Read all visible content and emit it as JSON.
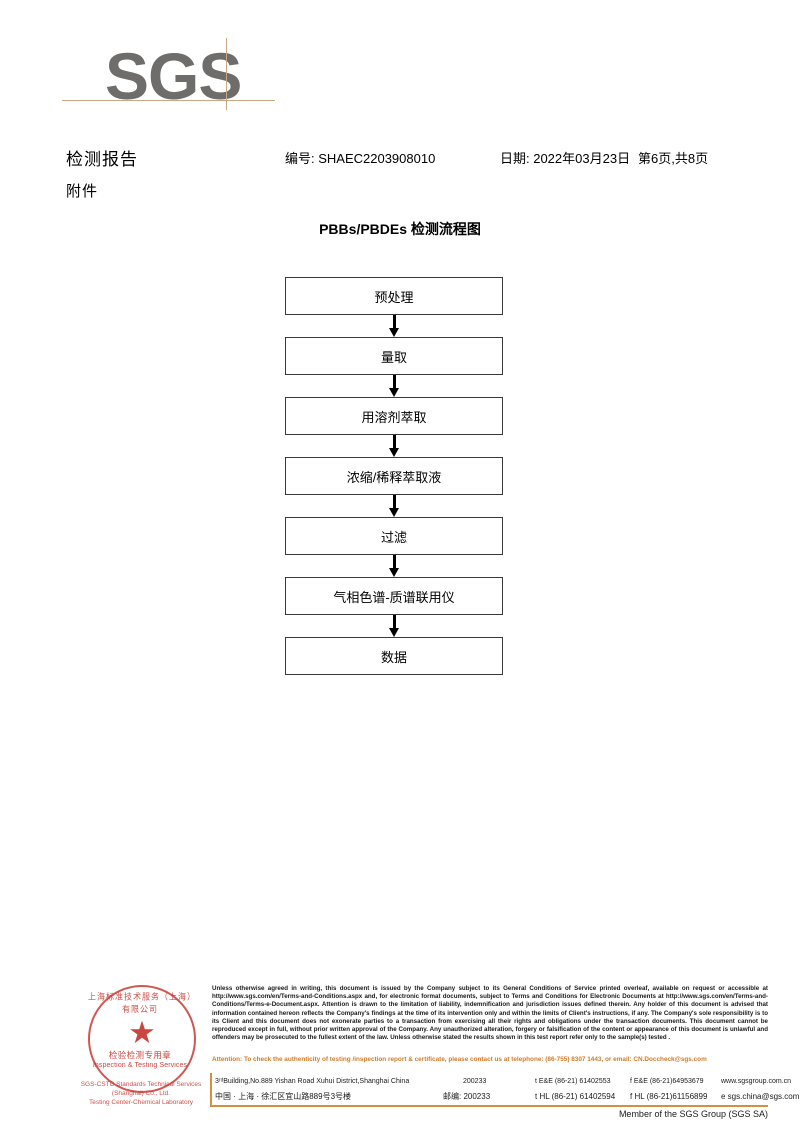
{
  "logo": {
    "text": "SGS"
  },
  "header": {
    "title": "检测报告",
    "subtitle": "附件",
    "report_no": "编号: SHAEC2203908010",
    "date": "日期: 2022年03月23日",
    "page": "第6页,共8页"
  },
  "flowchart": {
    "title": "PBBs/PBDEs 检测流程图",
    "nodes": [
      {
        "label": "预处理"
      },
      {
        "label": "量取"
      },
      {
        "label": "用溶剂萃取"
      },
      {
        "label": "浓缩/稀释萃取液"
      },
      {
        "label": "过滤"
      },
      {
        "label": "气相色谱-质谱联用仪"
      },
      {
        "label": "数据"
      }
    ]
  },
  "stamp": {
    "arc_top": "上海标准技术服务（上海）有限公司",
    "cn_label": "检验检测专用章",
    "en_label": "Inspection & Testing Services",
    "company_line1": "SGS-CSTC Standards Technical Services (Shanghai) Co., Ltd.",
    "company_line2": "Testing Center-Chemical Laboratory",
    "star": "★"
  },
  "footer": {
    "disclaimer": "Unless otherwise agreed in writing, this document is issued by the Company subject to its General Conditions of Service printed overleaf, available on request or accessible at http://www.sgs.com/en/Terms-and-Conditions.aspx and, for electronic format documents, subject to Terms and Conditions for Electronic Documents at http://www.sgs.com/en/Terms-and-Conditions/Terms-e-Document.aspx. Attention is drawn to the limitation of liability, indemnification and jurisdiction issues defined therein. Any holder of this document is advised that information contained hereon reflects the Company's findings at the time of its intervention only and within the limits of Client's instructions, if any. The Company's sole responsibility is to its Client and this document does not exonerate parties to a transaction from exercising all their rights and obligations under the transaction documents. This document cannot be reproduced except in full, without prior written approval of the Company. Any unauthorized alteration, forgery or falsification of the content or appearance of this document is unlawful and offenders may be prosecuted to the fullest extent of the law. Unless otherwise stated the results shown in this test report refer only to the sample(s) tested .",
    "attention": "Attention: To check the authenticity of testing /inspection report & certificate, please contact us at telephone: (86-755) 8307 1443, or email: CN.Doccheck@sgs.com",
    "address_en": "3ʳᵈBuilding,No.889 Yishan Road Xuhui District,Shanghai China",
    "postcode_en": "200233",
    "tel_en": "t E&E (86-21) 61402553",
    "fax_en": "f E&E (86-21)64953679",
    "web_en": "www.sgsgroup.com.cn",
    "address_cn": "中国 · 上海 · 徐汇区宜山路889号3号楼",
    "postcode_cn": "邮编: 200233",
    "tel_cn": "t HL (86-21) 61402594",
    "fax_cn": "f HL (86-21)61156899",
    "email_cn": "e  sgs.china@sgs.com",
    "member": "Member of the SGS Group (SGS SA)"
  },
  "colors": {
    "logo_gray": "#6e6d6b",
    "logo_tan": "#c8a882",
    "stamp_red": "#c5322c",
    "accent_orange": "#d4903f"
  }
}
